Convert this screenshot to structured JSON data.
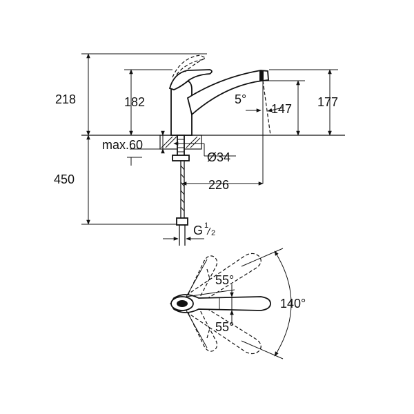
{
  "dimensions": {
    "total_height_above_deck": "218",
    "lever_height": "182",
    "spout_angle": "5°",
    "spout_outlet_height": "147",
    "spout_top_height": "177",
    "max_deck_thickness": "max.60",
    "hole_diameter": "Ø34",
    "spout_reach": "226",
    "hose_length": "450",
    "thread_size": "G",
    "thread_fraction_num": "1",
    "thread_fraction_den": "2",
    "lever_rotation_upper": "55°",
    "lever_rotation_lower": "55°",
    "spout_swivel_angle": "140°"
  }
}
